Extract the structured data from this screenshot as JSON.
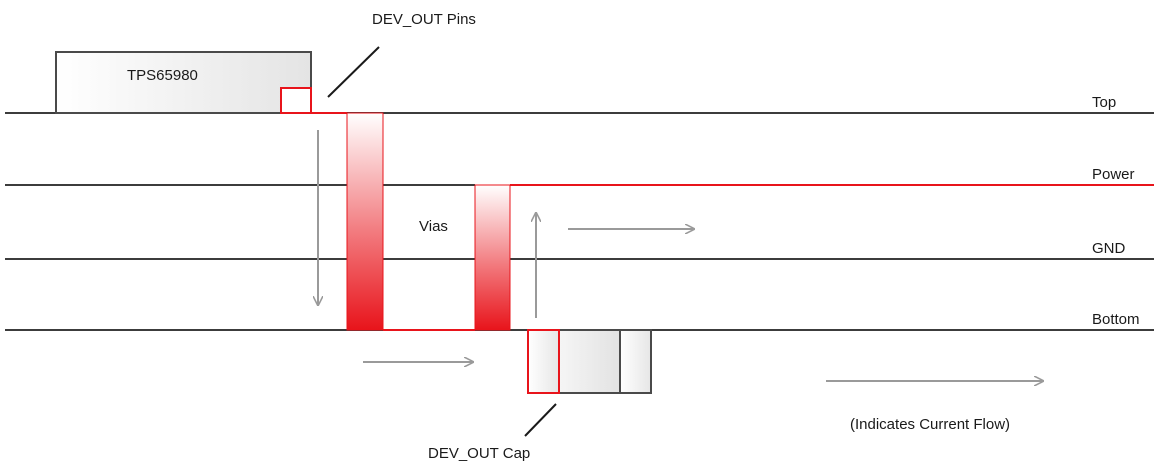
{
  "labels": {
    "chip": "TPS65980",
    "dev_out_pins": "DEV_OUT Pins",
    "vias": "Vias",
    "dev_out_cap": "DEV_OUT Cap",
    "current_flow_note": "(Indicates Current Flow)"
  },
  "layers": {
    "top": "Top",
    "power": "Power",
    "gnd": "GND",
    "bottom": "Bottom"
  },
  "colors": {
    "plane": "#3c3c3c",
    "copper_trace": "#e8141b",
    "via_gradient_top": "#ffffff",
    "via_gradient_bottom": "#e8141b",
    "arrow": "#9a9a9a",
    "component_fill_light": "#ffffff",
    "component_fill_dark": "#dcdcdc",
    "component_border": "#4a4a4a"
  }
}
